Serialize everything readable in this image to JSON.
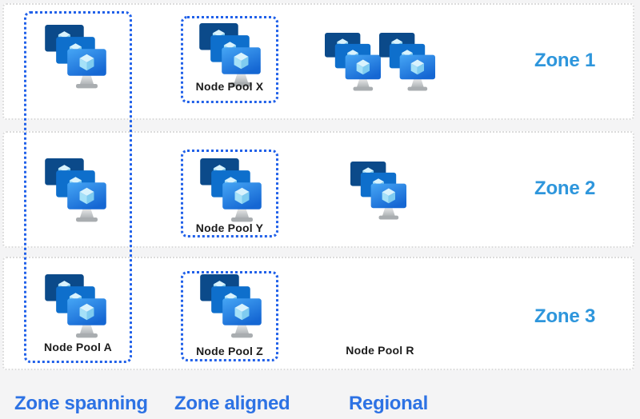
{
  "zones": [
    {
      "label": "Zone 1"
    },
    {
      "label": "Zone 2"
    },
    {
      "label": "Zone 3"
    }
  ],
  "pools": {
    "a": {
      "label": "Node Pool A",
      "strategy": "Zone spanning",
      "zones": [
        "Zone 1",
        "Zone 2",
        "Zone 3"
      ]
    },
    "x": {
      "label": "Node Pool X",
      "strategy": "Zone aligned",
      "zones": [
        "Zone 1"
      ]
    },
    "y": {
      "label": "Node Pool Y",
      "strategy": "Zone aligned",
      "zones": [
        "Zone 2"
      ]
    },
    "z": {
      "label": "Node Pool Z",
      "strategy": "Zone aligned",
      "zones": [
        "Zone 3"
      ]
    },
    "r": {
      "label": "Node Pool R",
      "strategy": "Regional"
    }
  },
  "strategies": [
    {
      "label": "Zone spanning"
    },
    {
      "label": "Zone aligned"
    },
    {
      "label": "Regional"
    }
  ],
  "cluster_counts": {
    "zone_spanning": [
      1,
      1,
      1
    ],
    "zone_aligned": [
      1,
      1,
      1
    ],
    "regional": [
      2,
      1,
      0
    ]
  },
  "icons": {
    "node_cluster": "three stacked monitors each holding a container cube"
  },
  "colors": {
    "accent_border_blue": "#2161e9",
    "zone_label_blue": "#2e96dc",
    "strategy_label_blue": "#2d72e4",
    "monitor_dark": "#0b4a8a",
    "monitor_mid": "#0e6fcc",
    "monitor_front_top": "#46a6f5",
    "monitor_front_bottom": "#1567d3",
    "cube_top": "#d9f3fd",
    "cube_left": "#a5e1f8",
    "cube_right": "#7fccf0",
    "row_border_gray": "#dcdcdc",
    "page_bg": "#f4f4f5",
    "row_bg": "#ffffff",
    "pool_label_color": "#1c1c1c"
  }
}
